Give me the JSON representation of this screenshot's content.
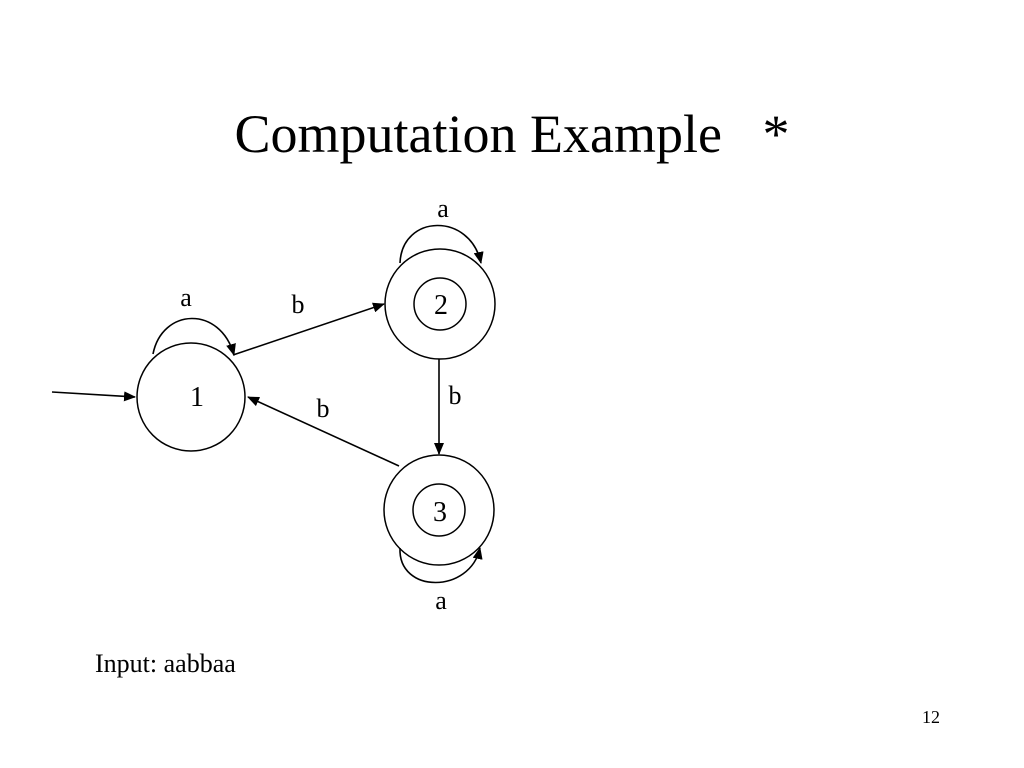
{
  "slide": {
    "title": "Computation Example   *",
    "input_label": "Input:",
    "input_string": "aabbaa",
    "page_number": "12"
  },
  "automaton": {
    "states": [
      {
        "id": "1",
        "start": true,
        "accepting": false
      },
      {
        "id": "2",
        "start": false,
        "accepting": true
      },
      {
        "id": "3",
        "start": false,
        "accepting": true
      }
    ],
    "transitions": [
      {
        "from": "1",
        "to": "1",
        "symbol": "a"
      },
      {
        "from": "1",
        "to": "2",
        "symbol": "b"
      },
      {
        "from": "2",
        "to": "2",
        "symbol": "a"
      },
      {
        "from": "2",
        "to": "3",
        "symbol": "b"
      },
      {
        "from": "3",
        "to": "3",
        "symbol": "a"
      },
      {
        "from": "3",
        "to": "1",
        "symbol": "b"
      }
    ]
  }
}
